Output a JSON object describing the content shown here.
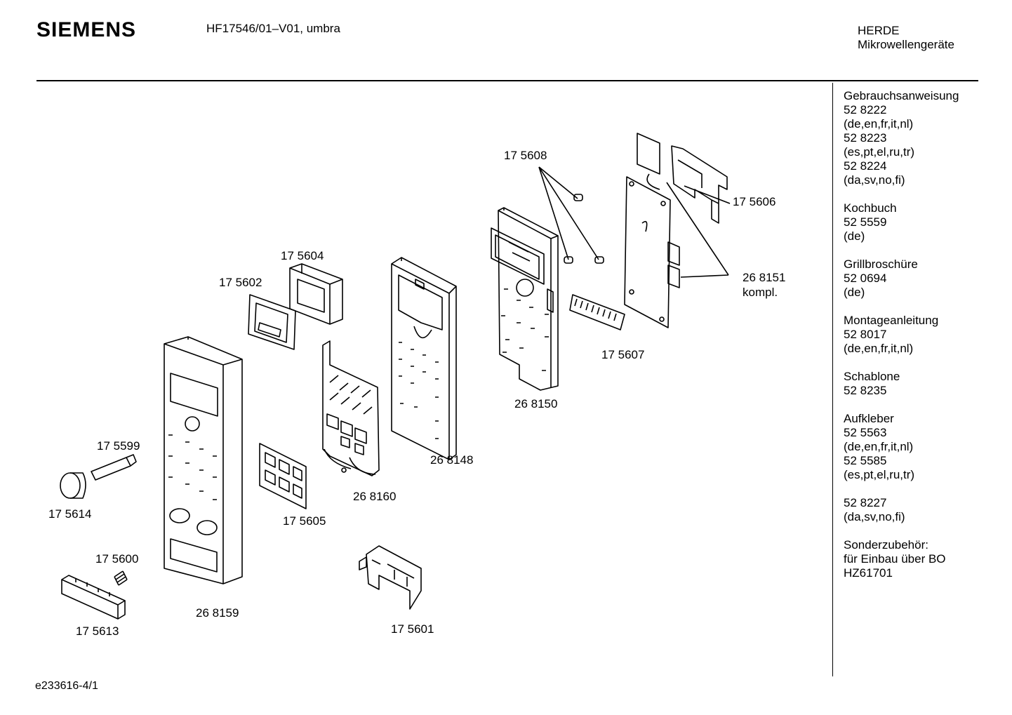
{
  "header": {
    "brand": "SIEMENS",
    "model": "HF17546/01–V01, umbra",
    "category_line1": "HERDE",
    "category_line2": "Mikrowellengeräte"
  },
  "footer": {
    "code": "e233616-4/1"
  },
  "parts": [
    {
      "id": "p-175608",
      "label": "17 5608"
    },
    {
      "id": "p-175606",
      "label": "17 5606"
    },
    {
      "id": "p-268151",
      "label": "26 8151"
    },
    {
      "id": "p-kompl",
      "label": "kompl."
    },
    {
      "id": "p-175604",
      "label": "17 5604"
    },
    {
      "id": "p-175602",
      "label": "17 5602"
    },
    {
      "id": "p-175607",
      "label": "17 5607"
    },
    {
      "id": "p-268150",
      "label": "26 8150"
    },
    {
      "id": "p-268148",
      "label": "26 8148"
    },
    {
      "id": "p-175599",
      "label": "17 5599"
    },
    {
      "id": "p-268160",
      "label": "26 8160"
    },
    {
      "id": "p-175614",
      "label": "17 5614"
    },
    {
      "id": "p-175605",
      "label": "17 5605"
    },
    {
      "id": "p-175600",
      "label": "17 5600"
    },
    {
      "id": "p-268159",
      "label": "26 8159"
    },
    {
      "id": "p-175613",
      "label": "17 5613"
    },
    {
      "id": "p-175601",
      "label": "17 5601"
    }
  ],
  "sidebar": [
    [
      "Gebrauchsanweisung",
      "52 8222",
      "(de,en,fr,it,nl)",
      "52 8223",
      "(es,pt,el,ru,tr)",
      "52 8224",
      "(da,sv,no,fi)"
    ],
    [
      "Kochbuch",
      "52 5559",
      "(de)"
    ],
    [
      "Grillbroschüre",
      "52 0694",
      "(de)"
    ],
    [
      "Montageanleitung",
      "52 8017",
      "(de,en,fr,it,nl)"
    ],
    [
      "Schablone",
      "52 8235"
    ],
    [
      "Aufkleber",
      "52 5563",
      "(de,en,fr,it,nl)",
      "52 5585",
      "(es,pt,el,ru,tr)"
    ],
    [
      "52 8227",
      "(da,sv,no,fi)"
    ],
    [
      "Sonderzubehör:",
      "für Einbau über BO",
      "HZ61701"
    ]
  ]
}
